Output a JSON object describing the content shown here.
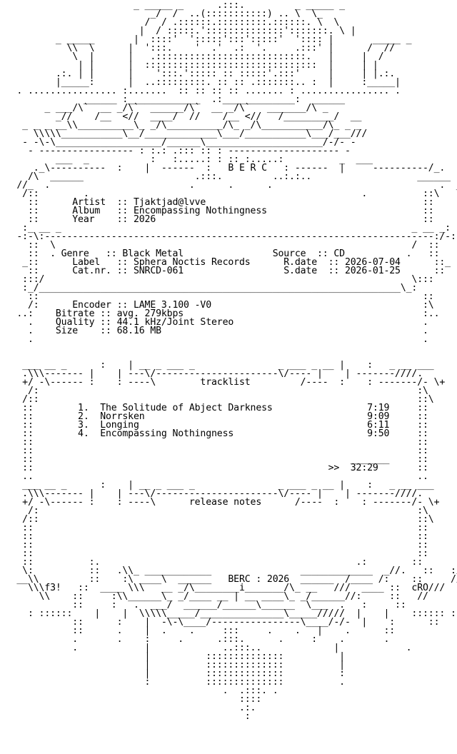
{
  "release": {
    "group": "B E R C",
    "artist": "Tjaktjad@lvve",
    "album": "Encompassing Nothingness",
    "year": "2026",
    "genre": "Black Metal",
    "label": "Sphera Noctis Records",
    "cat_nr": "SNRCD-061",
    "source": "CD",
    "r_date": "2026-07-04",
    "s_date": "2026-01-25",
    "encoder": "LAME 3.100 -V0",
    "bitrate": "avg. 279kbps",
    "quality": "44.1 kHz/Joint Stereo",
    "size": "68.16 MB"
  },
  "tracklist_header": "tracklist",
  "tracks": [
    {
      "num": "1.",
      "title": "The Solitude of Abject Darkness",
      "length": "7:19"
    },
    {
      "num": "2.",
      "title": "Norrsken",
      "length": "9:09"
    },
    {
      "num": "3.",
      "title": "Longing",
      "length": "6:11"
    },
    {
      "num": "4.",
      "title": "Encompassing Nothingness",
      "length": "9:50"
    }
  ],
  "total_time": "32:29",
  "notes_header": "release notes",
  "footer": {
    "group_year": "BERC : 2026",
    "left_tag": "f3!",
    "right_tag": "cRO"
  },
  "nfo_lines": [
    "                        _ _____ _      .:::.         _ _____ _",
    "                           _/  /  ..(:::::::::::) .. \\  \\_",
    "                          /  / .::::::.:::::::::.::::::. \\  \\",
    "                         |  / :::::.'::::::::::::::':::::::. \\ |",
    "          _ _____       |  ::::'  ':::::':::':::::'  ':::: |       _____ _",
    "            \\\\  \\      |  ':::.    '  .'  .:  '.     .:::' |      /  //",
    "             \\  |      |   .:::::::::::::::::::::::::::.   |     |  /",
    "              | |      |  :::::::::::::::::::::::::::::::  |     | |",
    "          .:. | |      |    ':::.'::::: :: :::::'.:::'     |     | |.:.",
    "          |_____:      |  ..:::::::::. :: :: .:::::::.. :  |     :_____|",
    "   . ................ :.......  :: :: :: :: ....... : ................ .",
    "               ______ :_____________  .:_____________:  ______",
    "        _ ___/\\`  __ _/\\`  ______/\\`  __ _/\\`   _______/\\ _",
    "          _//    /__  <//  ____/  //    /__ <//   /_________/  __",
    "    _ _ _ __\\\\__________\\_ _/\\__________/\\_ _/\\___________/\\_ _ _",
    "      \\\\\\\\\\___________\\__/_____________\\___/___________\\___/___///",
    "    - -\\-\\___________________/______\\_____________________/-/- -",
    "     - ----------------- : :.: .::: :: : -------------------- -",
    "          ___  _           :   :.....: : :: :.....:          _  ___",
    "      ._\\----------  :    |  ------  :   B E R C   : ------  |     ----------/_.",
    "     /\\  ______                    .:::.         ..:.:..                   ______  /\\",
    "   //_  .                         .      .      .                              .  _\\\\",
    "    /::        .                                                 .          ::\\",
    "     ::      Artist  :: Tjaktjad@lvve                                       ::",
    "     ::      Album   :: Encompassing Nothingness                            ::",
    "     ::      Year    :: 2026                                                ::",
    "    :_ __ _                                                               _ __ _:",
    "   -:-\\:----------------------------------------------------------------------:/-:-",
    "     ::  \\                                                                /  ::",
    "     ::  . Genre   :: Black Metal                Source  :: CD           .   ::",
    "    _::      Label   :: Sphera Noctis Records      R.date  :: 2026-07-04      ::_",
    "     ::      Cat.nr. :: SNRCD-061                  S.date  :: 2026-01-25      ::",
    "    :::/                                                                  \\:::",
    "    :_/_________________________________________________________________\\_:",
    "     ::                                                                     ::",
    "     /:      Encoder :: LAME 3.100 -V0                                      :\\",
    "   ..:    Bitrate :: avg. 279kbps                                           :..",
    "     .    Quality :: 44.1 kHz/Joint Stereo                                  .",
    "     .    Size    :: 68.16 MB                                               .",
    "     .                                                                      .",
    "",
    "",
    "    ___ __ _      :    | __ _ ___ _               _ ___ _ __ |    :   _ __ ___",
    "    .\\\\\\------- |    | ---\\/----------------------\\/---- |    | -------////.",
    "    +/ -\\------ :    : ----\\        tracklist         /----  :    : -------/- \\+",
    "     /:                                                                    :\\",
    "    /::                                                                    ::\\",
    "    ::        1.  The Solitude of Abject Darkness                 7:19     ::",
    "    ::        2.  Norrsken                                        9:09     ::",
    "    ::        3.  Longing                                         6:11     ::",
    "    ::        4.  Encompassing Nothingness                        9:50     ::",
    "    ::                                                                     ::",
    "    ::                                                                     ::",
    "    ::                                                         _______     ::",
    "    ::                                                     >>  32:29       ::",
    "    ..                                                                     ..",
    "    ___ __ _      :    | __ _ ___ _               _ ___ _ __ |    :   _ __ ___",
    "    .\\\\\\------- |    | ---\\/----------------------\\/---- |    | -------////.",
    "    +/ -\\------ :    : ----\\      release notes      /----  :    : -------/- \\+",
    "     /:                                                                    :\\",
    "    /::                                                                    ::\\",
    "    ::                                                                     ::",
    "    ::                                                                     ::",
    "    ::                                                                     ::",
    "    ::                                                                     ::",
    "    ::          :.                                              .:        ::",
    "    \\:          ::   .\\\\_ ____________                _____________  _//.   ::   :/",
    "   __\\\\         ::    :\\ ____\\  ______   BERC : 2026  ______  /____ /:    ::     //__",
    "     \\\\\\f3!   ::  ____ \\\\\\   __ _/\\________i_______/\\_ __   ///  ____ ::  cRO///",
    "       \\\\    ::     :\\\\______\\_ _/____ __ | __ ____\\_ _/______//:     ::   //",
    "             ::     :   .  ___/  ______/______\\______  \\___  .   :     ::",
    "     : ::::::    |    |  \\\\\\\\\\_____/_______________\\_____/////  |    |    :::::: :",
    "             ::      :    |  -\\-\\____/----------------\\____/-/-  |    :      ::",
    "             ::      .    |  .    .     :::     .    .   |    .      ::",
    "             .       .    :     .      .:::.      .     :    .       .",
    "             .            |             ..:::..             |            .",
    "                          |          ::::::::::::::          |",
    "                          |          ::::::::::::::          |",
    "                          |          ::::::::::::::          :",
    "                          :          ::::::::::::::          .",
    "                                        .  .:::. .",
    "                                           ::::",
    "                                           .:.",
    "                                            :"
  ]
}
